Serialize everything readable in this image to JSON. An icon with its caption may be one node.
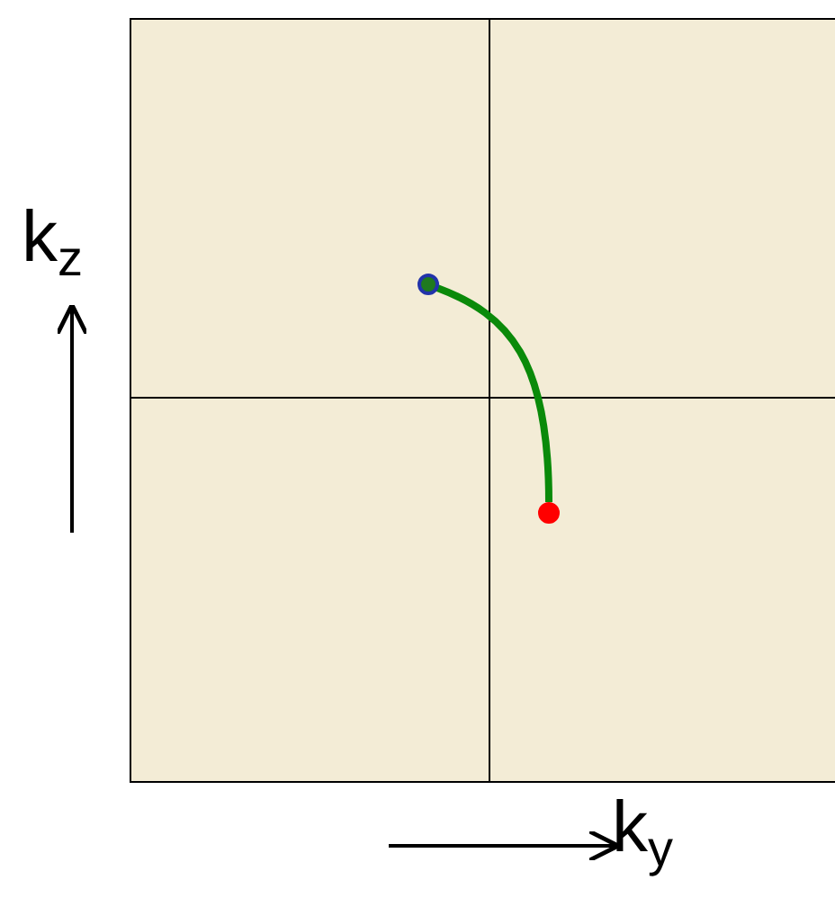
{
  "diagram": {
    "nodes": [
      {
        "text": [],
        "shape": "circle"
      },
      {
        "text": [],
        "shape": "circle"
      }
    ],
    "edges": [
      {
        "from": 0,
        "to": 1,
        "arrow": "none"
      }
    ],
    "labels": [
      "k$_{z}$",
      "k$_{y}$"
    ]
  }
}
